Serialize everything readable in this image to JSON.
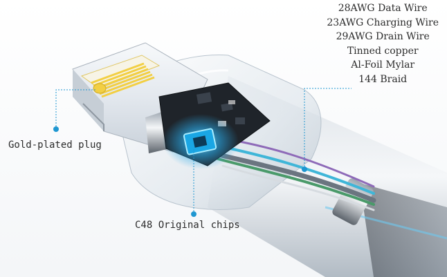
{
  "labels": {
    "plug": "Gold-plated plug",
    "chips": "C48 Original chips"
  },
  "specs": [
    "28AWG Data Wire",
    "23AWG Charging Wire",
    "29AWG Drain Wire",
    "Tinned copper",
    "Al-Foil Mylar",
    "144 Braid"
  ],
  "colors": {
    "accent": "#1f97d1",
    "gold_contacts": "#f2cf43",
    "text": "#2b2b2b"
  }
}
